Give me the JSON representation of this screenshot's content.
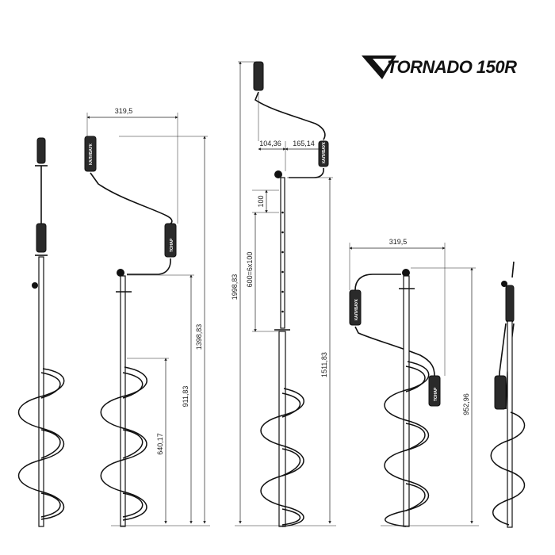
{
  "logo": {
    "text": "TORNADO 150R"
  },
  "grip_text": [
    "КАЛИБАУК",
    "ТОНАР",
    "КАЛИБАУК"
  ],
  "dimensions": {
    "width_a": "319,5",
    "height_total_a": "1398,83",
    "height_mid_a": "911,83",
    "height_low_a": "640,17",
    "offset_left": "104,36",
    "offset_right": "165,14",
    "step": "100",
    "holes": "600=6х100",
    "height_total_b": "1998,83",
    "height_mid_b": "1511,83",
    "width_c": "319,5",
    "height_c": "952,96"
  }
}
